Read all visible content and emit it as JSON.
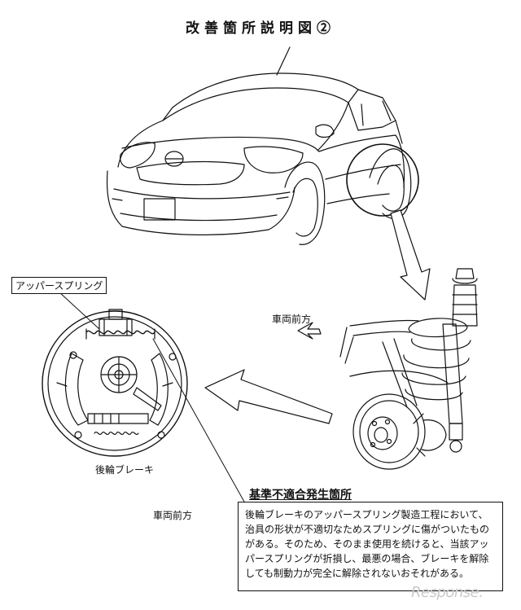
{
  "title": "改善箇所説明図②",
  "labels": {
    "upper_spring": "アッパースプリング",
    "vehicle_forward_top": "車両前方",
    "rear_brake": "後輪ブレーキ",
    "vehicle_forward_bottom": "車両前方"
  },
  "nonconformity": {
    "heading": "基準不適合発生箇所",
    "description": "後輪ブレーキのアッパースプリング製造工程において、治具の形状が不適切なためスプリングに傷がついたものがある。そのため、そのまま使用を続けると、当該アッパースプリングが折損し、最悪の場合、ブレーキを解除しても制動力が完全に解除されないおそれがある。"
  },
  "watermark": "Response.",
  "icons": [
    "car-illustration",
    "brake-drum-assembly",
    "rear-suspension-assembly",
    "callout-arrow",
    "forward-direction-arrow"
  ]
}
